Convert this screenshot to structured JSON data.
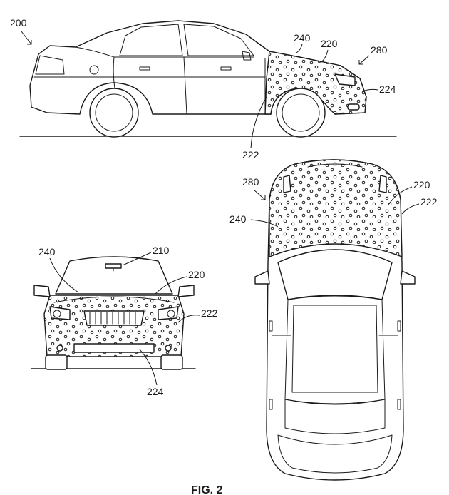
{
  "figure": {
    "caption": "FIG. 2"
  },
  "side_view": {
    "ref_numerals": [
      "200",
      "240",
      "220",
      "280",
      "224",
      "222"
    ]
  },
  "front_view": {
    "ref_numerals": [
      "210",
      "240",
      "220",
      "222",
      "224"
    ]
  },
  "top_view": {
    "ref_numerals": [
      "280",
      "220",
      "222",
      "240"
    ]
  },
  "colors": {
    "line": "#1a1a1a",
    "background": "#ffffff"
  }
}
